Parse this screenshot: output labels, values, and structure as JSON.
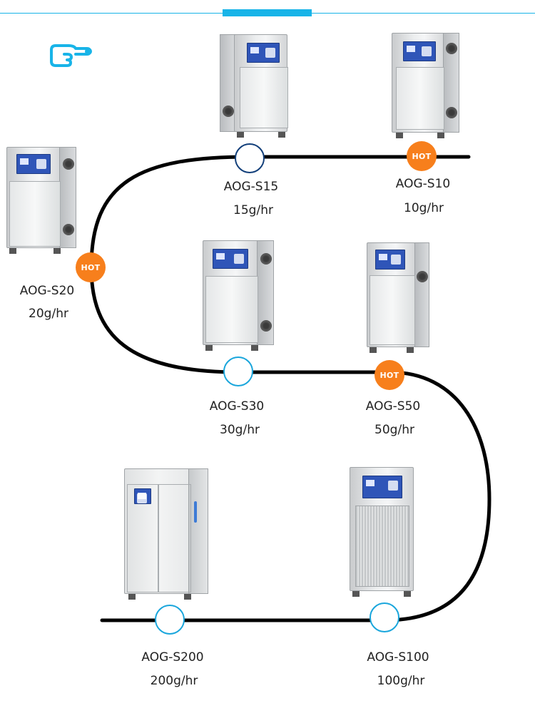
{
  "colors": {
    "accent": "#18b4e8",
    "hot": "#f77f1c",
    "path": "#000000",
    "node_border_blue": "#1aa6dc",
    "node_border_navy": "#123f7a"
  },
  "icons": {
    "pointer": "pointing-hand-icon"
  },
  "hot_label": "HOT",
  "products": [
    {
      "model": "AOG-S15",
      "rate": "15g/hr",
      "hot": false
    },
    {
      "model": "AOG-S10",
      "rate": "10g/hr",
      "hot": true
    },
    {
      "model": "AOG-S20",
      "rate": "20g/hr",
      "hot": true
    },
    {
      "model": "AOG-S30",
      "rate": "30g/hr",
      "hot": false
    },
    {
      "model": "AOG-S50",
      "rate": "50g/hr",
      "hot": true
    },
    {
      "model": "AOG-S200",
      "rate": "200g/hr",
      "hot": false
    },
    {
      "model": "AOG-S100",
      "rate": "100g/hr",
      "hot": false
    }
  ]
}
